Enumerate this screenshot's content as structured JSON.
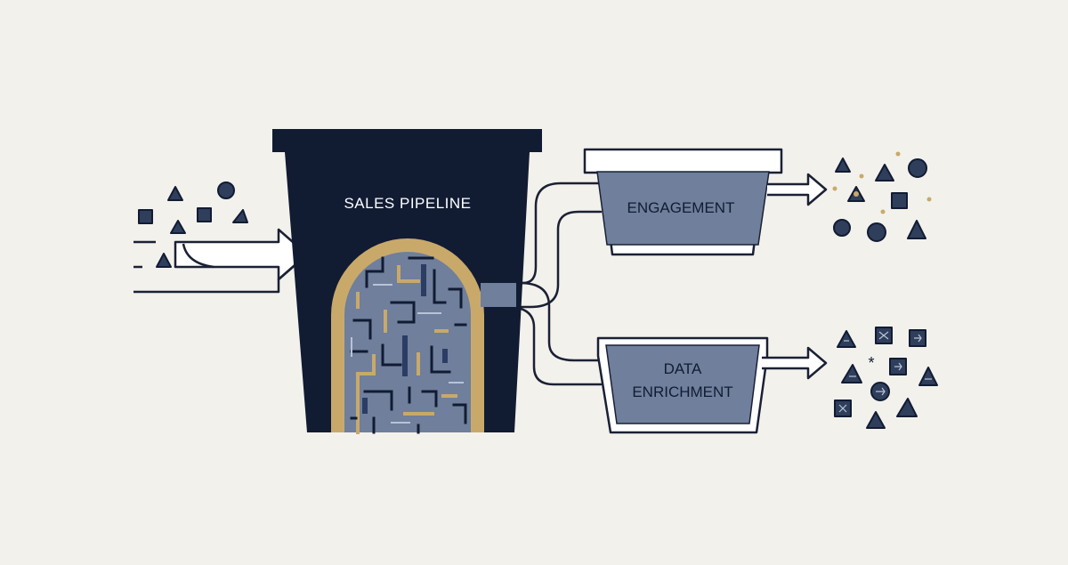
{
  "diagram": {
    "pipeline": {
      "label": "SALES PIPELINE"
    },
    "outputs": [
      {
        "label": "ENGAGEMENT"
      },
      {
        "label_lines": [
          "DATA",
          "ENRICHMENT"
        ]
      }
    ]
  },
  "colors": {
    "background": "#f3f1ec",
    "navy": "#111c33",
    "slate": "#6f7f9c",
    "gold": "#c9a96a",
    "outline": "#1a2134",
    "white": "#ffffff"
  }
}
